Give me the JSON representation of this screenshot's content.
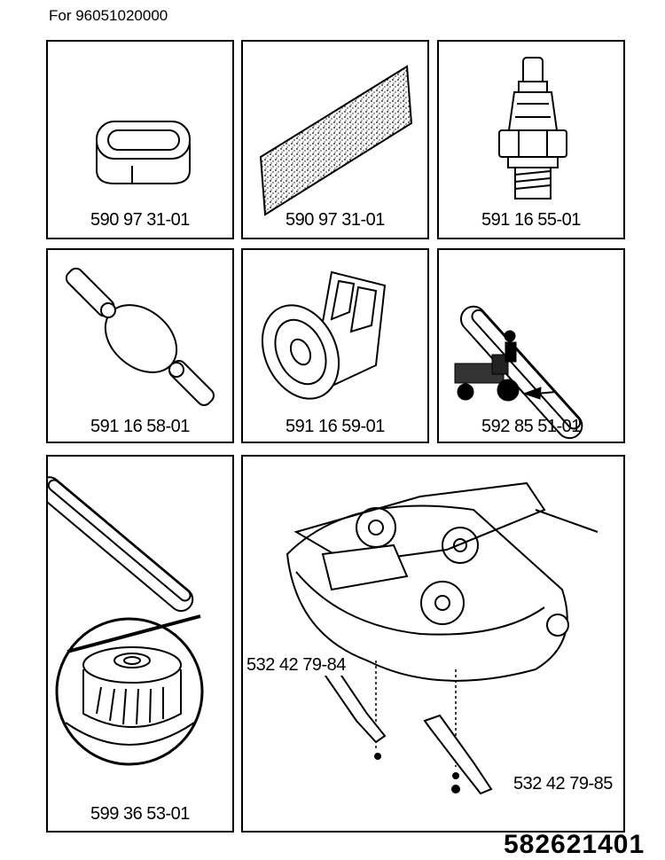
{
  "header": {
    "text": "For 96051020000"
  },
  "panels": [
    {
      "part": "590 97 31-01",
      "icon": "air-filter-icon"
    },
    {
      "part": "590 97 31-01",
      "icon": "pre-filter-foam-icon"
    },
    {
      "part": "591 16 55-01",
      "icon": "spark-plug-icon"
    },
    {
      "part": "591 16 58-01",
      "icon": "fuel-filter-icon"
    },
    {
      "part": "591 16 59-01",
      "icon": "oil-filter-icon"
    },
    {
      "part": "592 85 51-01",
      "icon": "drive-belt-tractor-icon"
    },
    {
      "part": "599 36 53-01",
      "icon": "deck-belt-pulley-icon"
    }
  ],
  "deck": {
    "icon": "mower-deck-icon",
    "blade_left": "532 42 79-84",
    "blade_right": "532 42 79-85"
  },
  "footer": {
    "code": "582621401"
  }
}
